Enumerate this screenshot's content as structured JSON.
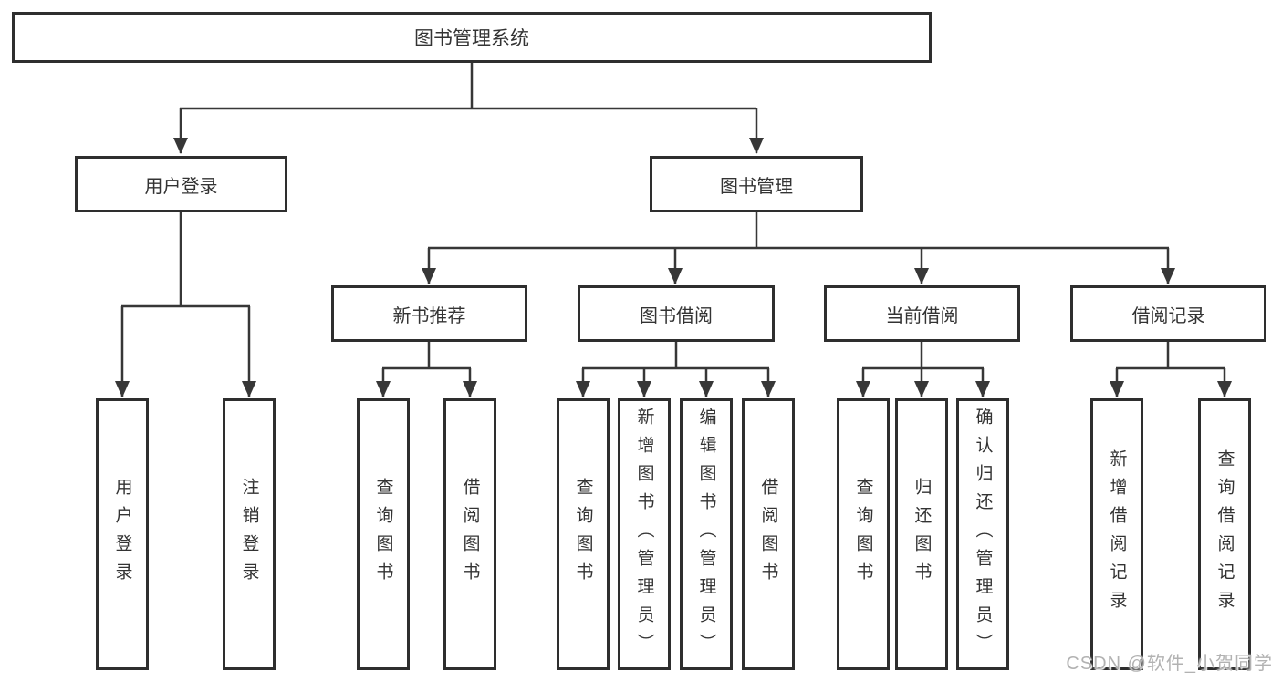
{
  "diagram": {
    "type": "hierarchy-tree",
    "colors": {
      "background": "#ffffff",
      "box_border": "#2e2e2e",
      "line": "#373737",
      "text": "#333333",
      "watermark": "#b2b2b2"
    },
    "tree": {
      "root": {
        "label": "图书管理系统"
      },
      "user_login": {
        "label": "用户登录",
        "children": [
          "用户登录",
          "注销登录"
        ]
      },
      "book_management": {
        "label": "图书管理",
        "sections": [
          {
            "label": "新书推荐",
            "children": [
              "查询图书",
              "借阅图书"
            ]
          },
          {
            "label": "图书借阅",
            "children": [
              "查询图书",
              "新增图书（管理员）",
              "编辑图书（管理员）",
              "借阅图书"
            ]
          },
          {
            "label": "当前借阅",
            "children": [
              "查询图书",
              "归还图书",
              "确认归还（管理员）"
            ]
          },
          {
            "label": "借阅记录",
            "children": [
              "新增借阅记录",
              "查询借阅记录"
            ]
          }
        ]
      }
    },
    "watermark": {
      "text": "CSDN @软件_小贺同学"
    }
  }
}
